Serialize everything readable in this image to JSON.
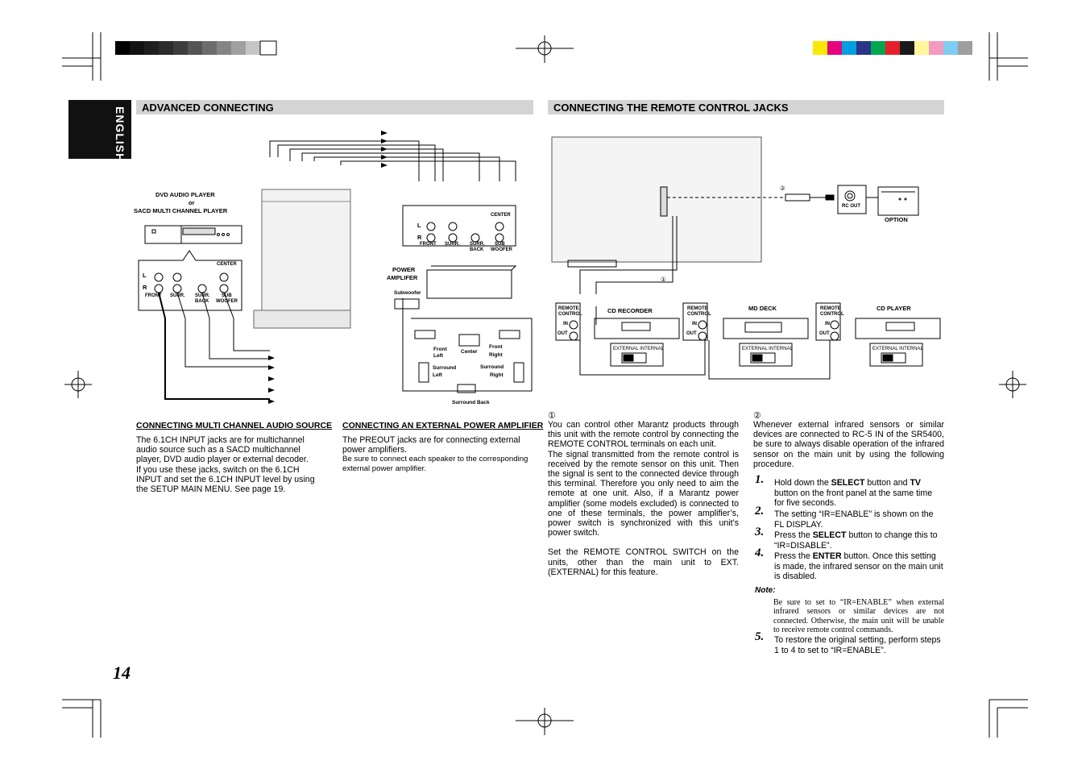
{
  "page_number": "14",
  "language_tab": "ENGLISH",
  "colors": {
    "header_bar": "#d4d4d4",
    "tab_bg": "#111111"
  },
  "sections": {
    "advanced_title": "ADVANCED CONNECTING",
    "remote_title": "CONNECTING THE REMOTE CONTROL JACKS"
  },
  "diagram_left": {
    "dvd_line1": "DVD AUDIO PLAYER",
    "dvd_line2": "or",
    "dvd_line3": "SACD MULTI CHANNEL PLAYER",
    "l": "L",
    "r": "R",
    "center": "CENTER",
    "front": "FRONT",
    "surr": "SURR.",
    "surr_back_1": "SURR.",
    "surr_back_2": "BACK",
    "sub_woofer_1": "SUB",
    "sub_woofer_2": "WOOFER",
    "power_amp_1": "POWER",
    "power_amp_2": "AMPLIFER",
    "subwoofer": "Subwoofer",
    "front_left_1": "Front",
    "front_left_2": "Left",
    "center_spk": "Center",
    "front_right_1": "Front",
    "front_right_2": "Right",
    "surround_left_1": "Surround",
    "surround_left_2": "Left",
    "surround_right_1": "Surround",
    "surround_right_2": "Right",
    "surround_back": "Surround Back"
  },
  "diagram_right": {
    "rc_out": "RC OUT",
    "option": "OPTION",
    "marker_1": "①",
    "marker_2": "②",
    "remote_control_1": "REMOTE",
    "remote_control_2": "CONTROL",
    "in": "IN",
    "out": "OUT",
    "cd_recorder": "CD RECORDER",
    "md_deck": "MD DECK",
    "cd_player": "CD PLAYER",
    "external_internal": "EXTERNAL  INTERNAL"
  },
  "multi_channel": {
    "heading": "CONNECTING MULTI CHANNEL AUDIO SOURCE",
    "para1": "The 6.1CH INPUT jacks are for multichannel audio source such as a SACD multichannel player, DVD audio player or external decoder.",
    "para2": "If you use these jacks, switch on the 6.1CH INPUT and set the 6.1CH INPUT level by using the SETUP MAIN MENU. See page 19."
  },
  "power_amp": {
    "heading": "CONNECTING AN EXTERNAL POWER AMPLIFIER",
    "para1": "The PREOUT jacks are for connecting external power amplifiers.",
    "para2": "Be sure to connect each speaker to the corresponding external power amplifier."
  },
  "remote_col1": {
    "marker": "①",
    "para1": "You can control other Marantz products through this unit with the remote control by connecting the REMOTE CONTROL terminals on each unit.",
    "para2": "The signal transmitted from the remote control is received by the remote sensor on this unit. Then the signal is sent to the connected device through this terminal. Therefore you only need to aim the remote at one unit. Also, if a Marantz power amplifier (some models excluded) is connected to  one of these terminals, the power amplifier’s, power switch is synchronized with this unit’s power switch.",
    "para3": "Set the REMOTE CONTROL SWITCH on the units, other than the main unit to EXT.(EXTERNAL) for this feature."
  },
  "remote_col2": {
    "marker": "②",
    "intro": "Whenever external infrared sensors or similar devices are connected to RC-5 IN of the SR5400, be sure to always disable operation of the infrared sensor on the main unit by using the following procedure.",
    "steps": [
      {
        "num": "1.",
        "pre": "Hold down the ",
        "b1": "SELECT",
        "mid": " button and ",
        "b2": "TV",
        "post": " button on the front panel at the same time for five seconds."
      },
      {
        "num": "2.",
        "text": "The setting “IR=ENABLE” is shown on the FL DISPLAY."
      },
      {
        "num": "3.",
        "pre": "Press the ",
        "b1": "SELECT",
        "post": " button to change this to “IR=DISABLE”."
      },
      {
        "num": "4.",
        "pre": "Press the ",
        "b1": "ENTER",
        "post": " button. Once this setting is made, the infrared sensor on the main unit is disabled."
      },
      {
        "num": "5.",
        "text": "To restore the original setting, perform steps 1 to 4 to set to “IR=ENABLE”."
      }
    ],
    "note_head": "Note:",
    "note_text": "Be sure to set to “IR=ENABLE” when external infrared sensors or similar devices are not connected. Otherwise, the main unit will be unable to receive remote control commands."
  }
}
